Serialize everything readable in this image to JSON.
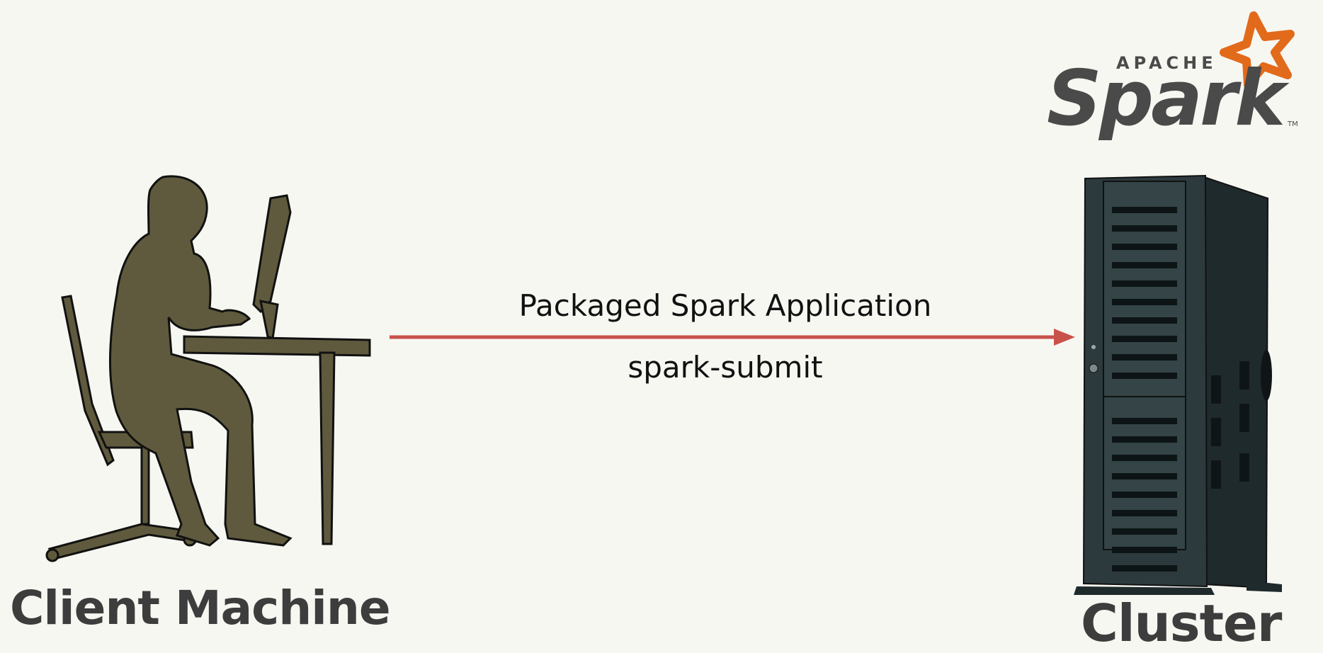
{
  "logo": {
    "top_text": "APACHE",
    "main_text": "Spark",
    "tm": "TM"
  },
  "client": {
    "label": "Client Machine"
  },
  "cluster": {
    "label": "Cluster"
  },
  "arrow": {
    "top_label": "Packaged Spark Application",
    "bottom_label": "spark-submit"
  },
  "colors": {
    "background": "#f7f7f2",
    "person": "#5f5a3d",
    "arrow": "#c8524a",
    "server": "#2c3a3d",
    "logo_gray": "#4a4a4a",
    "logo_orange": "#e26a1b"
  }
}
